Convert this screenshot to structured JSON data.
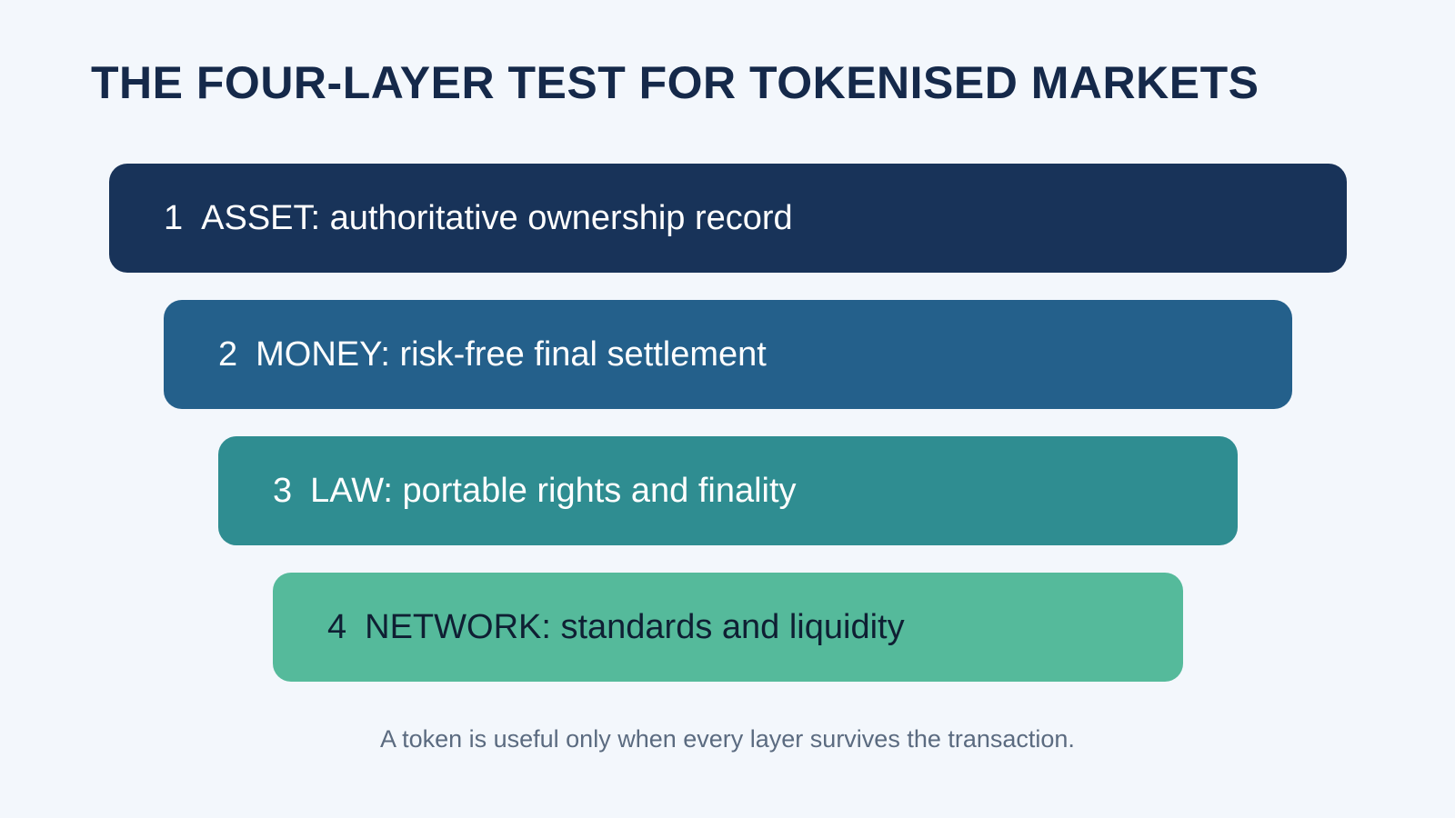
{
  "title": "THE FOUR-LAYER TEST FOR TOKENISED MARKETS",
  "layers": [
    {
      "number": "1",
      "label": "ASSET: authoritative ownership record",
      "color": "#183359",
      "text_color": "#ffffff"
    },
    {
      "number": "2",
      "label": "MONEY: risk-free final settlement",
      "color": "#24608b",
      "text_color": "#ffffff"
    },
    {
      "number": "3",
      "label": "LAW: portable rights and finality",
      "color": "#2f8d91",
      "text_color": "#ffffff"
    },
    {
      "number": "4",
      "label": "NETWORK: standards and liquidity",
      "color": "#55ba9b",
      "text_color": "#0f1f33"
    }
  ],
  "caption": "A token is useful only when every layer survives the transaction."
}
